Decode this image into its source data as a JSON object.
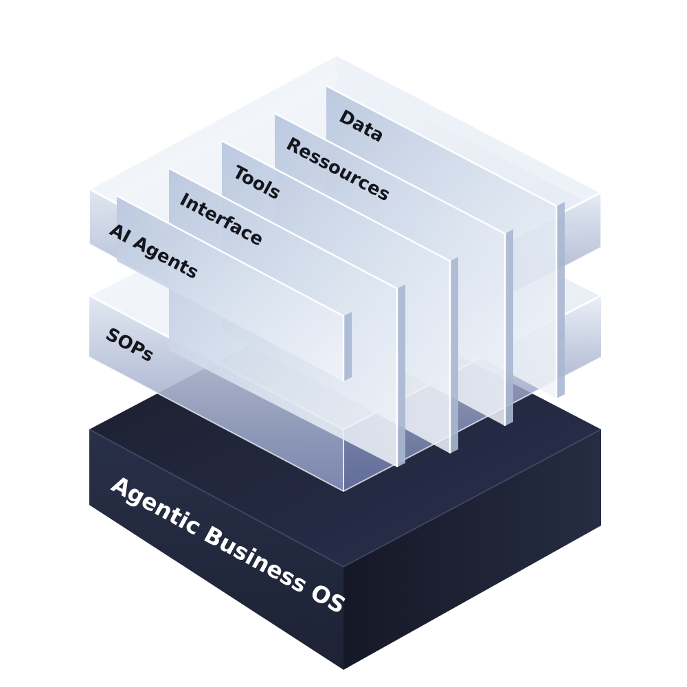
{
  "diagram": {
    "base": {
      "label": "Agentic Business OS"
    },
    "middle_layer": {
      "label": "SOPs"
    },
    "panels": [
      {
        "label": "AI Agents"
      },
      {
        "label": "Interface"
      },
      {
        "label": "Tools"
      },
      {
        "label": "Ressources"
      },
      {
        "label": "Data"
      }
    ]
  },
  "colors": {
    "base_top": "#1e2130",
    "base_left": "#2b3148",
    "base_right": "#0d0f18",
    "glass_top": "#eef2f8",
    "glass_side": "#c7d2e5",
    "glass_edge": "#ffffff",
    "label_dark": "#15161d",
    "label_light": "#ffffff"
  }
}
